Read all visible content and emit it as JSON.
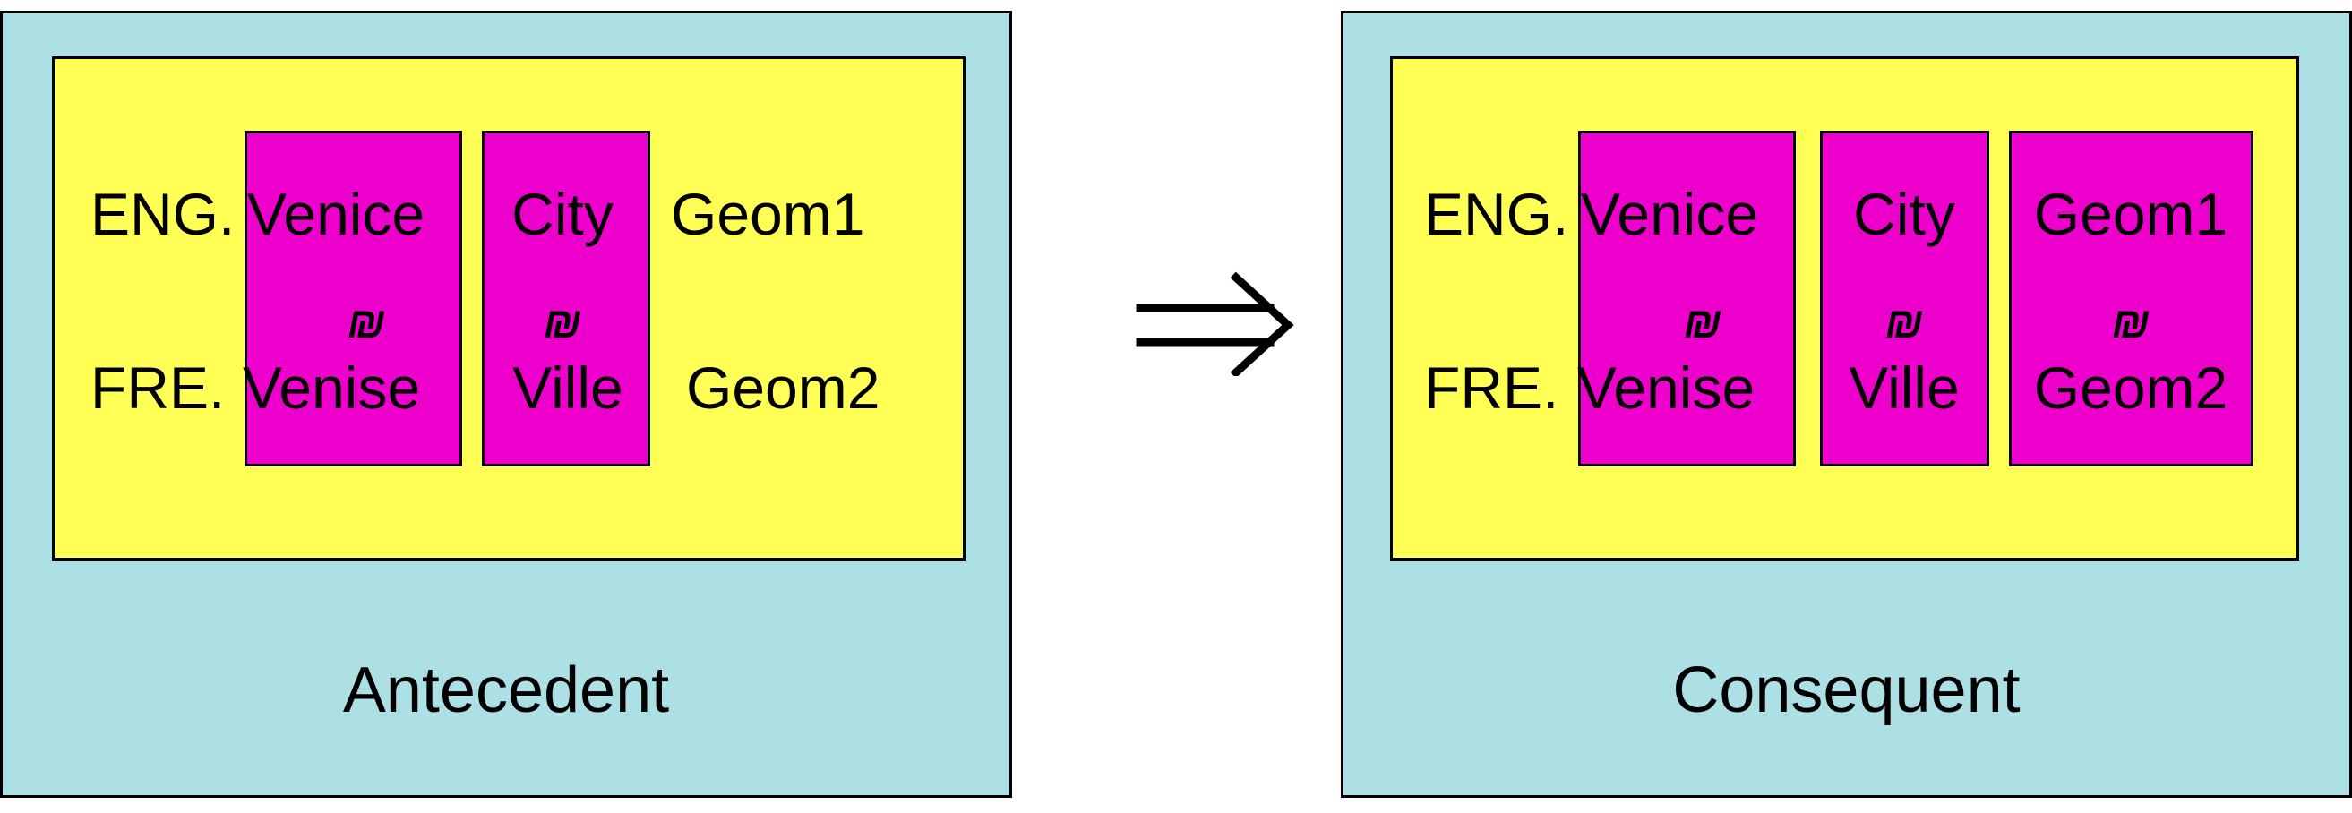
{
  "colors": {
    "outer_panel": "#ADE0E4",
    "inner_panel": "#FFFF55",
    "mapping_box": "#EE00CC",
    "border": "#000000"
  },
  "antecedent": {
    "caption": "Antecedent",
    "eng_prefix": "ENG.",
    "fre_prefix": "FRE.",
    "venice": "Venice",
    "venise": "Venise",
    "city": "City",
    "ville": "Ville",
    "geom1": "Geom1",
    "geom2": "Geom2",
    "equiv_symbol": "₪"
  },
  "consequent": {
    "caption": "Consequent",
    "eng_prefix": "ENG.",
    "fre_prefix": "FRE.",
    "venice": "Venice",
    "venise": "Venise",
    "city": "City",
    "ville": "Ville",
    "geom1": "Geom1",
    "geom2": "Geom2",
    "equiv_symbol": "₪"
  },
  "arrow_icon": "double-right-arrow-icon"
}
